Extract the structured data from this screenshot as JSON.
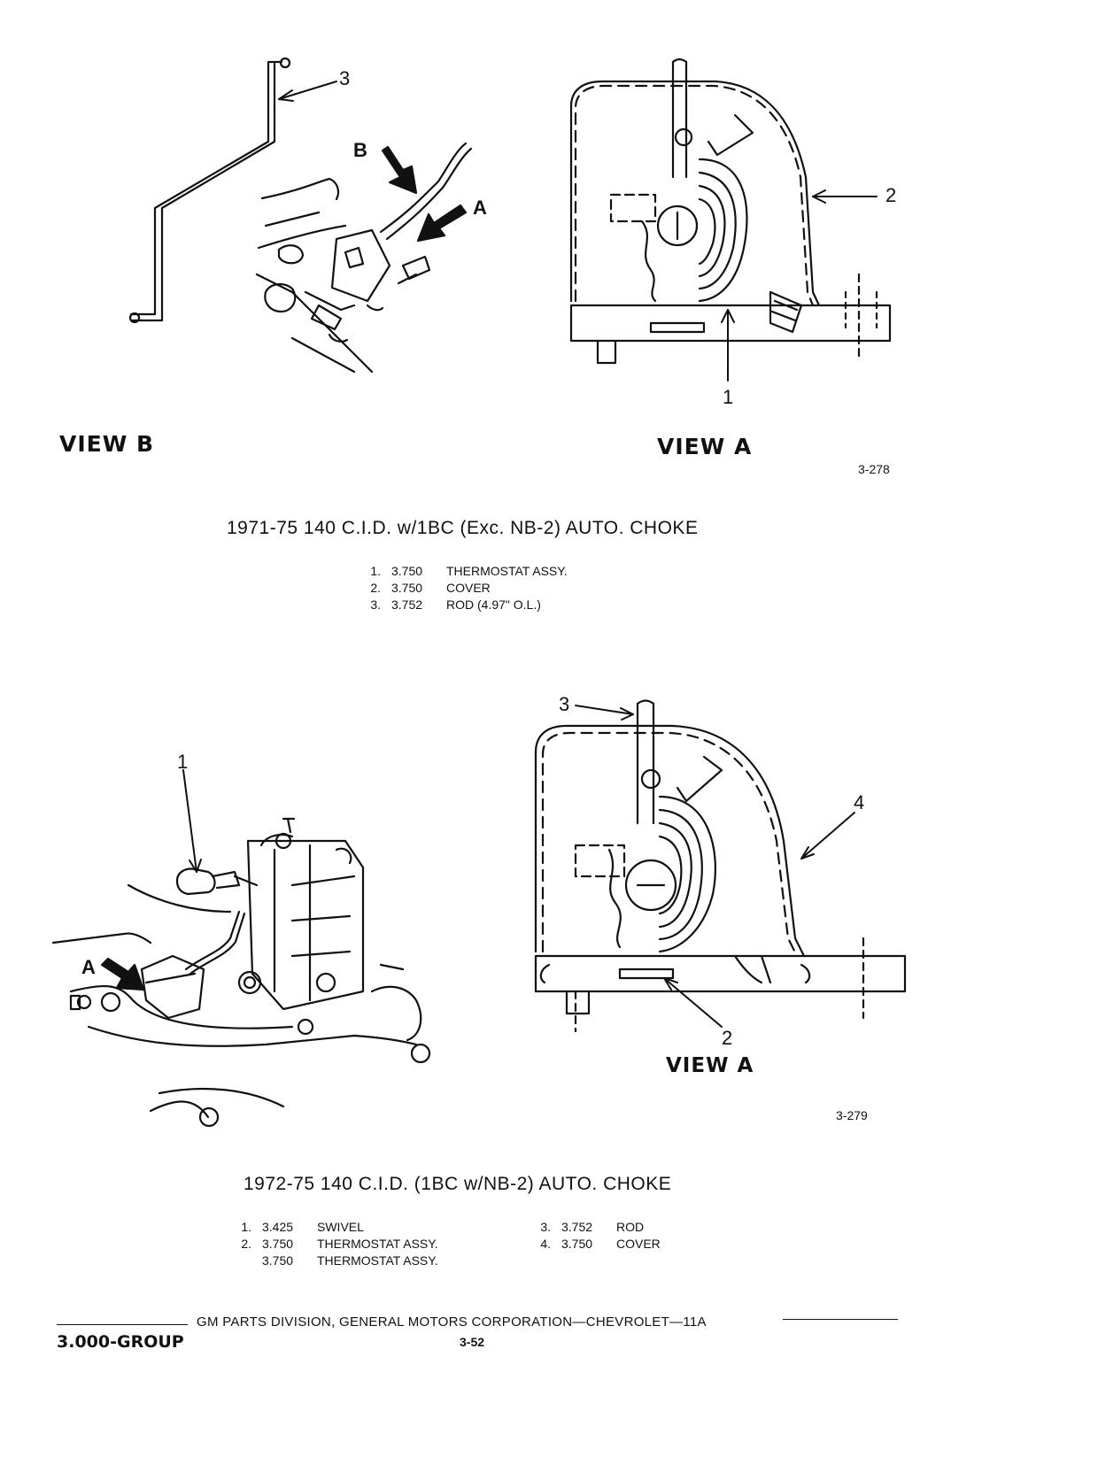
{
  "figure1": {
    "view_left_label": "VIEW B",
    "view_right_label": "VIEW A",
    "callout_3": "3",
    "callout_2": "2",
    "callout_1": "1",
    "arrow_b": "B",
    "arrow_a": "A",
    "figure_number": "3-278",
    "heading": "1971-75 140 C.I.D. w/1BC (Exc. NB-2) AUTO. CHOKE",
    "parts": [
      {
        "num": "1.",
        "code": "3.750",
        "desc": "THERMOSTAT ASSY."
      },
      {
        "num": "2.",
        "code": "3.750",
        "desc": "COVER"
      },
      {
        "num": "3.",
        "code": "3.752",
        "desc": "ROD (4.97\" O.L.)"
      }
    ]
  },
  "figure2": {
    "view_right_label": "VIEW A",
    "callout_1": "1",
    "callout_2": "2",
    "callout_3": "3",
    "callout_4": "4",
    "arrow_a": "A",
    "figure_number": "3-279",
    "heading": "1972-75 140 C.I.D. (1BC w/NB-2) AUTO. CHOKE",
    "parts_left": [
      {
        "num": "1.",
        "code": "3.425",
        "desc": "SWIVEL"
      },
      {
        "num": "2.",
        "code": "3.750",
        "desc": "THERMOSTAT ASSY."
      },
      {
        "num": "",
        "code": "3.750",
        "desc": "THERMOSTAT ASSY."
      }
    ],
    "parts_right": [
      {
        "num": "3.",
        "code": "3.752",
        "desc": "ROD"
      },
      {
        "num": "4.",
        "code": "3.750",
        "desc": "COVER"
      }
    ]
  },
  "footer": {
    "publisher": "GM PARTS DIVISION, GENERAL MOTORS CORPORATION—CHEVROLET—11A",
    "group": "3.000-GROUP",
    "page": "3-52"
  }
}
